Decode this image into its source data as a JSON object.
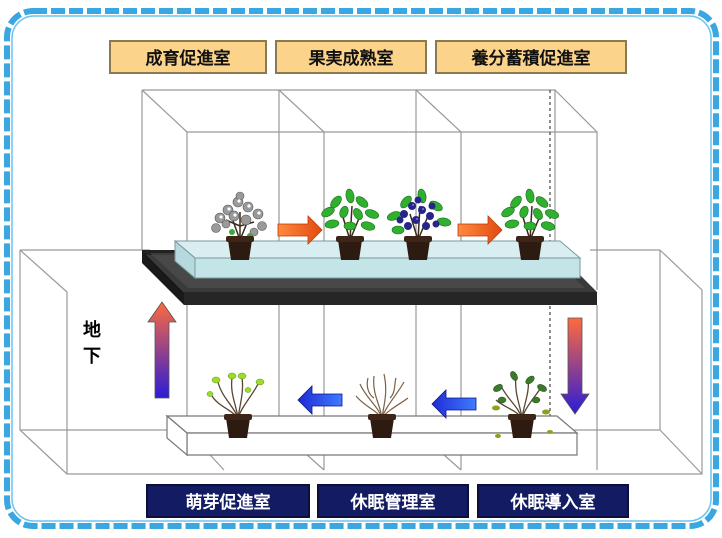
{
  "rooms_above": [
    {
      "label": "成育促進室"
    },
    {
      "label": "果実成熟室"
    },
    {
      "label": "養分蓄積促進室"
    }
  ],
  "rooms_below": [
    {
      "label": "萌芽促進室"
    },
    {
      "label": "休眠管理室"
    },
    {
      "label": "休眠導入室"
    }
  ],
  "side_label": "地\n下",
  "colors": {
    "frame_border": "#3aa7e0",
    "upper_label_bg": "#fbd38a",
    "lower_label_bg": "#131b62",
    "arrow_orange": "#f26522",
    "arrow_blue": "#1e2bd6",
    "vertical_arrow_top": "#ff6a3d",
    "vertical_arrow_bottom": "#2a1cd8",
    "upper_tray": "#c3e5e8",
    "shelf_dark": "#3a3a3a"
  },
  "icons": [
    "flowering-plant-icon",
    "leafy-plant-icon",
    "berry-plant-icon",
    "bare-plant-icon",
    "budding-plant-icon",
    "wilting-plant-icon"
  ]
}
